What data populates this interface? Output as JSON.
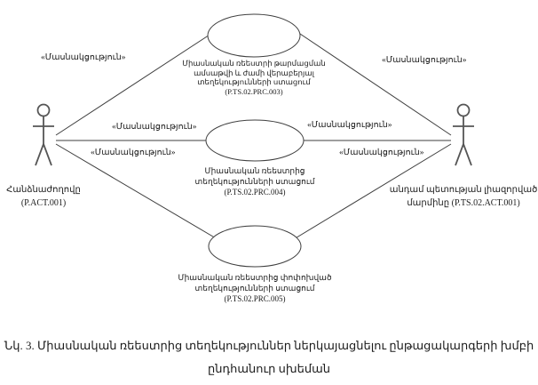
{
  "diagram": {
    "edge_label": "«Մասնակցություն»",
    "actors": {
      "left": {
        "name": "Հանձնաժողովը",
        "code": "(P.ACT.001)"
      },
      "right": {
        "name": "անդամ պետության լիազորված",
        "code": "մարմինը (P.TS.02.ACT.001)"
      }
    },
    "use_cases": {
      "top": {
        "l1": "Միասնական ռեեստրի թարմացման",
        "l2": "ամսաթվի և ժամի վերաբերյալ",
        "l3": "տեղեկությունների ստացում",
        "l4": "(P.TS.02.PRC.003)"
      },
      "middle": {
        "l1": "Միասնական ռեեստրից",
        "l2": "տեղեկությունների ստացում",
        "l3": "(P.TS.02.PRC.004)"
      },
      "bottom": {
        "l1": "Միասնական ռեեստրից փոփոխված",
        "l2": "տեղեկությունների ստացում",
        "l3": "(P.TS.02.PRC.005)"
      }
    },
    "caption": {
      "line1": "Նկ. 3. Միասնական ռեեստրից տեղեկություններ ներկայացնելու ընթացակարգերի խմբի",
      "line2": "ընդհանուր սխեման"
    }
  }
}
